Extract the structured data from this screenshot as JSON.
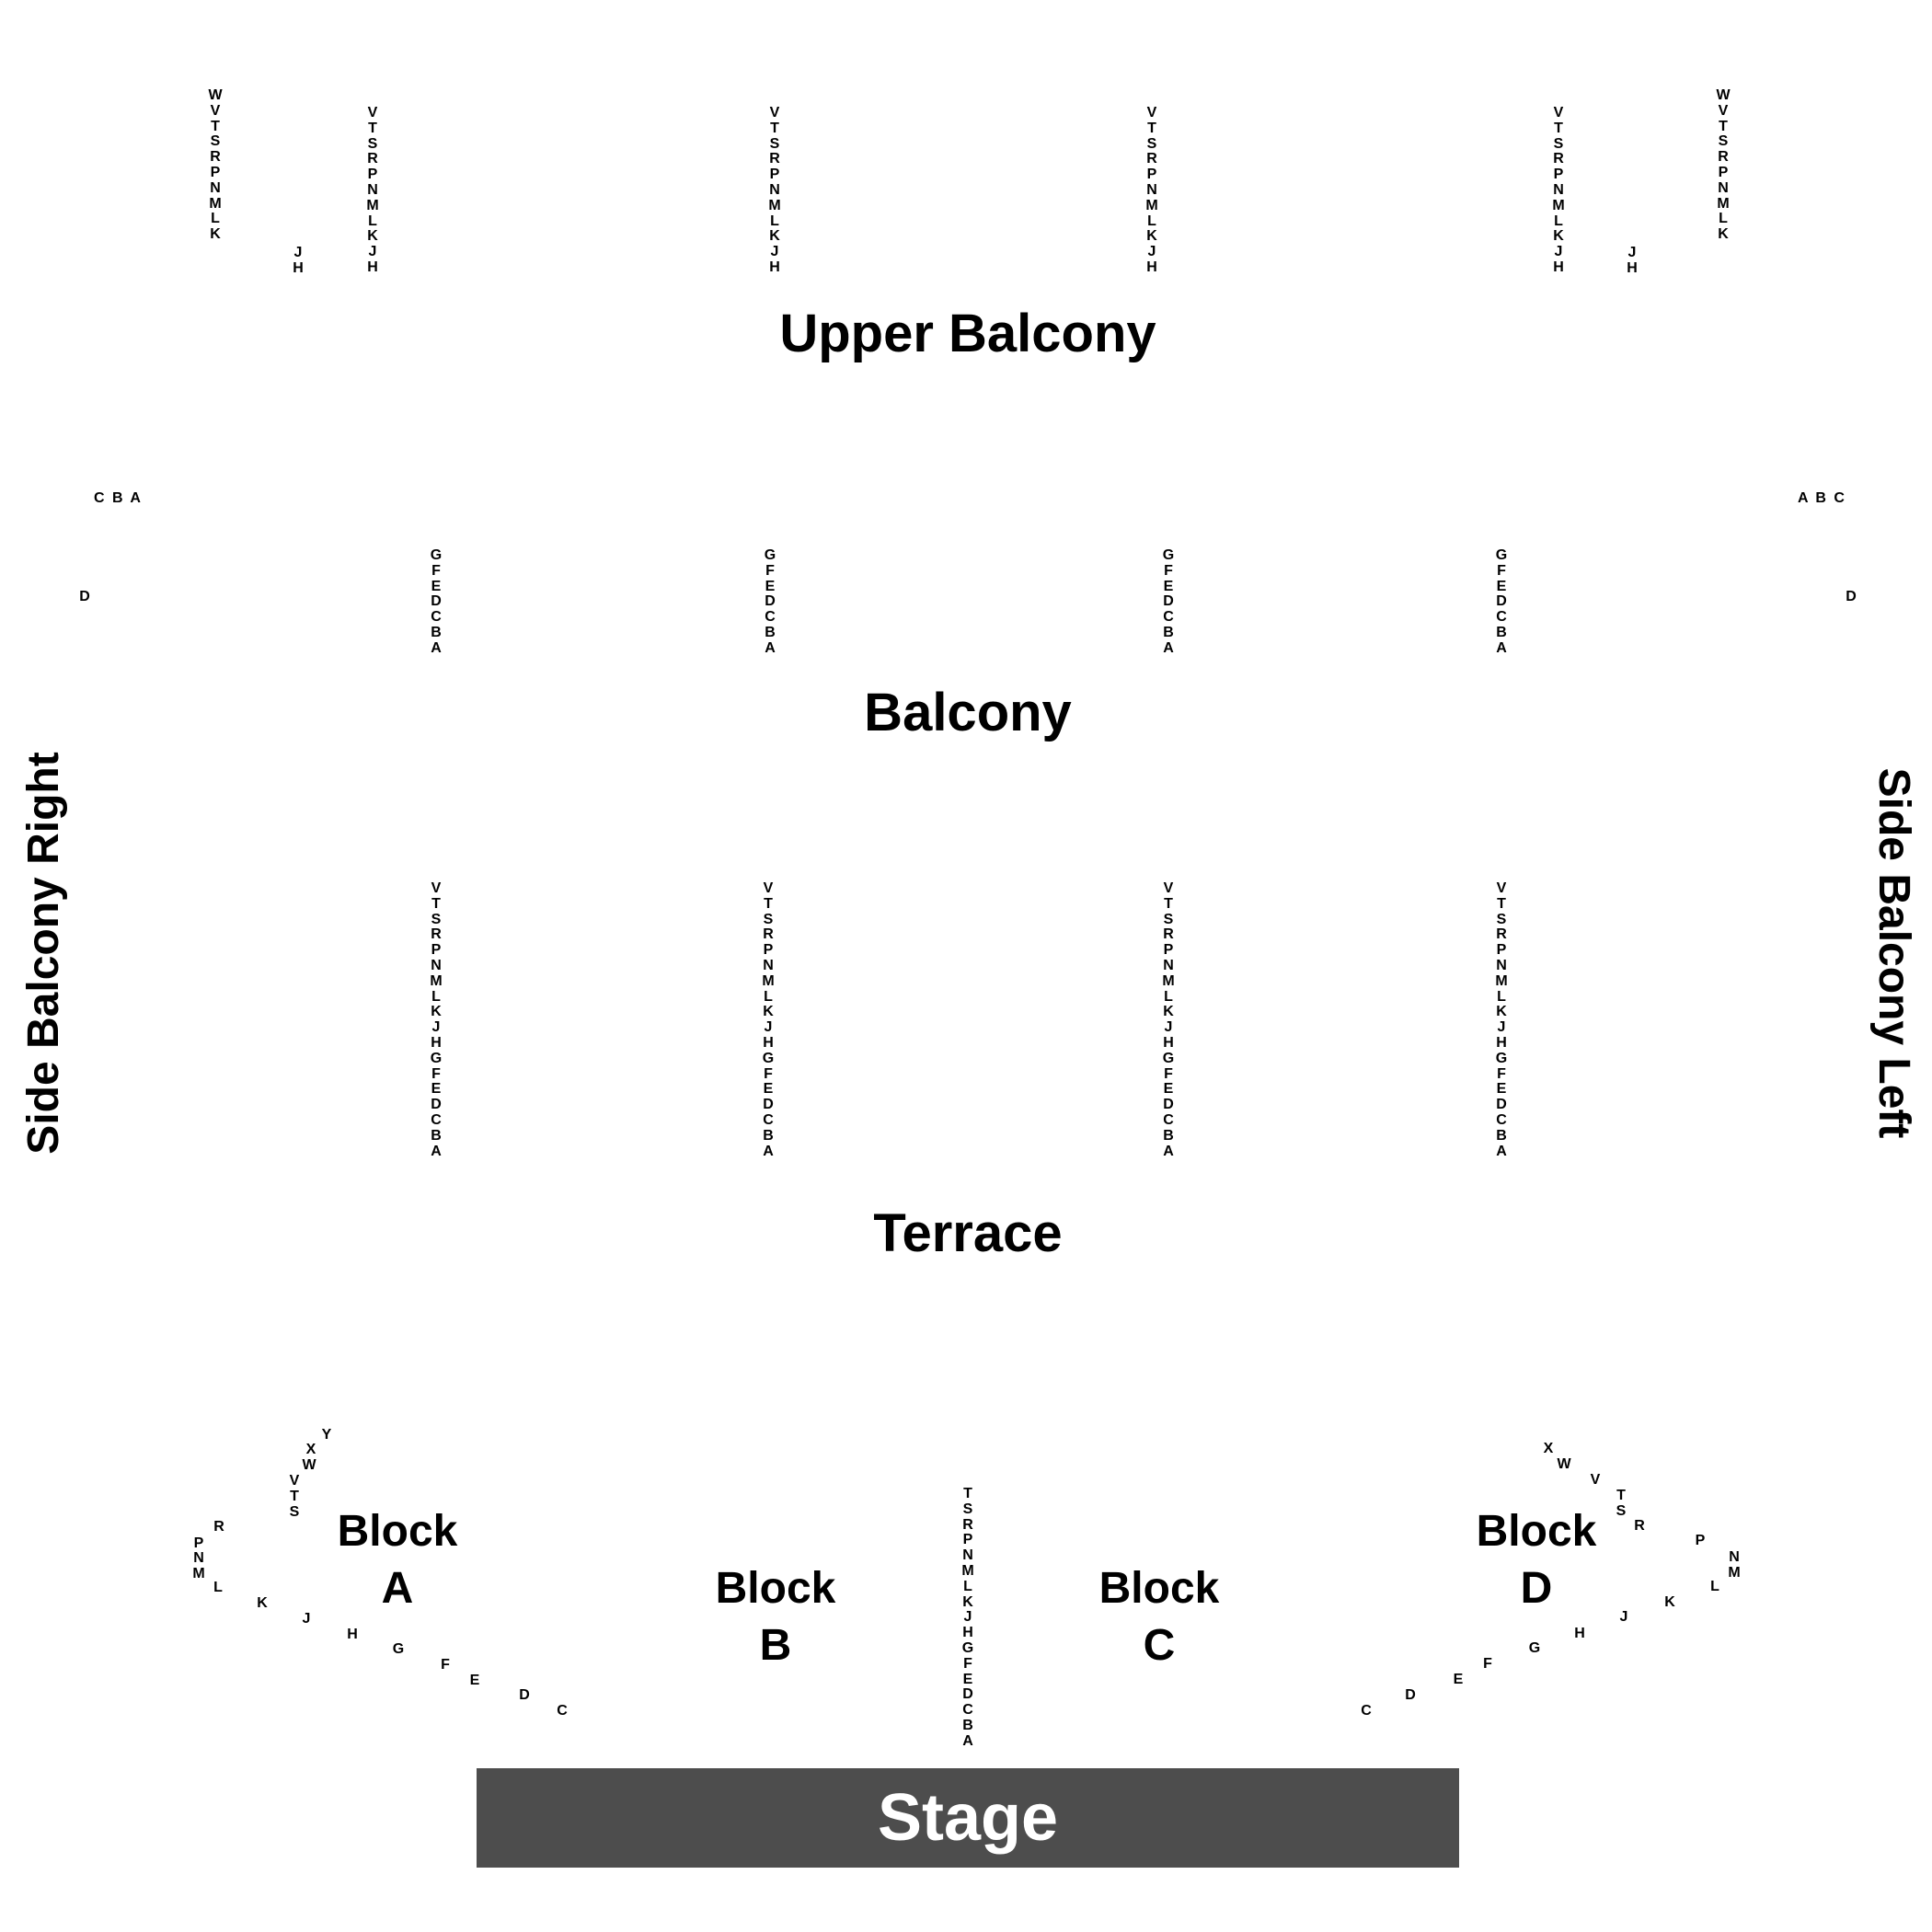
{
  "sections": {
    "upper_balcony": "Upper Balcony",
    "balcony": "Balcony",
    "terrace": "Terrace",
    "side_balcony_right": "Side Balcony Right",
    "side_balcony_left": "Side Balcony Left",
    "stage": "Stage"
  },
  "blocks": {
    "a": {
      "word": "Block",
      "letter": "A"
    },
    "b": {
      "word": "Block",
      "letter": "B"
    },
    "c": {
      "word": "Block",
      "letter": "C"
    },
    "d": {
      "word": "Block",
      "letter": "D"
    }
  },
  "row_columns": {
    "upper_outer": [
      "W",
      "V",
      "T",
      "S",
      "R",
      "P",
      "N",
      "M",
      "L",
      "K"
    ],
    "upper_inner": [
      "V",
      "T",
      "S",
      "R",
      "P",
      "N",
      "M",
      "L",
      "K",
      "J",
      "H"
    ],
    "upper_jh": [
      "J",
      "H"
    ],
    "balcony_aisle": [
      "G",
      "F",
      "E",
      "D",
      "C",
      "B",
      "A"
    ],
    "terrace_aisle": [
      "V",
      "T",
      "S",
      "R",
      "P",
      "N",
      "M",
      "L",
      "K",
      "J",
      "H",
      "G",
      "F",
      "E",
      "D",
      "C",
      "B",
      "A"
    ],
    "stalls_center": [
      "T",
      "S",
      "R",
      "P",
      "N",
      "M",
      "L",
      "K",
      "J",
      "H",
      "G",
      "F",
      "E",
      "D",
      "C",
      "B",
      "A"
    ]
  },
  "side_rows": {
    "left_abc": "C B A",
    "right_abc": "A B C",
    "d": "D"
  },
  "curve_rows": {
    "left": [
      {
        "t": "Y"
      },
      {
        "t": "X"
      },
      {
        "t": "W"
      },
      {
        "t": "V"
      },
      {
        "t": "T"
      },
      {
        "t": "S"
      },
      {
        "t": "R"
      },
      {
        "t": "P"
      },
      {
        "t": "N"
      },
      {
        "t": "M"
      },
      {
        "t": "L"
      },
      {
        "t": "K"
      },
      {
        "t": "J"
      },
      {
        "t": "H"
      },
      {
        "t": "G"
      },
      {
        "t": "F"
      },
      {
        "t": "E"
      },
      {
        "t": "D"
      },
      {
        "t": "C"
      }
    ],
    "right": [
      {
        "t": "X"
      },
      {
        "t": "W"
      },
      {
        "t": "V"
      },
      {
        "t": "T"
      },
      {
        "t": "S"
      },
      {
        "t": "R"
      },
      {
        "t": "P"
      },
      {
        "t": "N"
      },
      {
        "t": "M"
      },
      {
        "t": "L"
      },
      {
        "t": "K"
      },
      {
        "t": "J"
      },
      {
        "t": "H"
      },
      {
        "t": "G"
      },
      {
        "t": "F"
      },
      {
        "t": "E"
      },
      {
        "t": "D"
      },
      {
        "t": "C"
      }
    ]
  }
}
